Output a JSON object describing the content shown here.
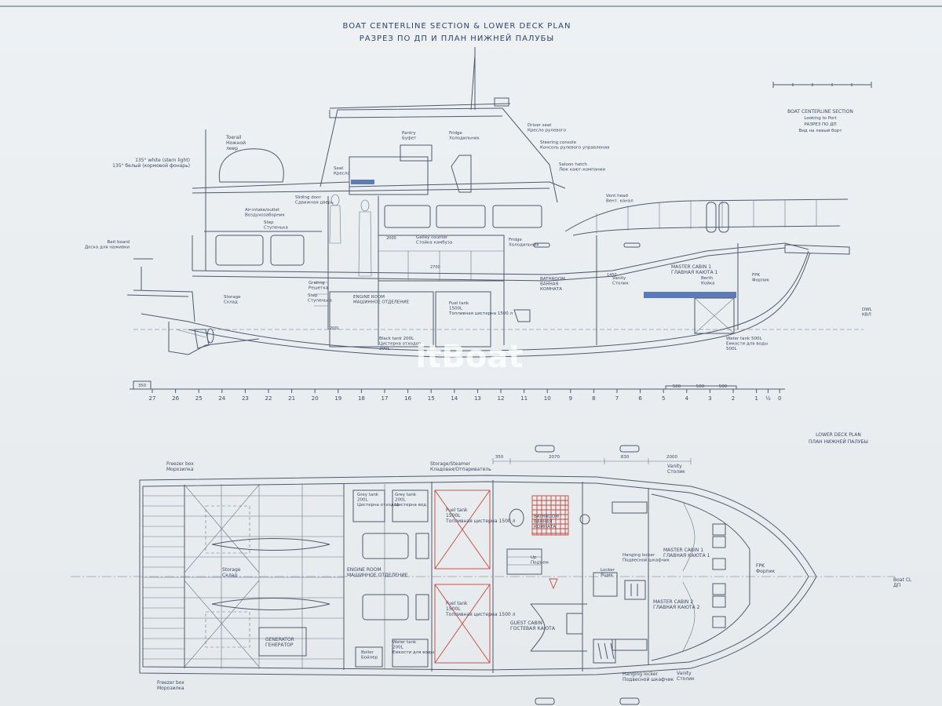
{
  "title": {
    "en": "BOAT CENTERLINE SECTION & LOWER DECK PLAN",
    "ru": "РАЗРЕЗ ПО ДП И ПЛАН НИЖНЕЙ ПАЛУБЫ"
  },
  "section_caption": {
    "l1": "BOAT CENTERLINE SECTION",
    "l2": "Looking to Port",
    "l3": "РАЗРЕЗ ПО ДП",
    "l4": "Вид на левый борт"
  },
  "plan_caption": {
    "en": "LOWER DECK PLAN",
    "ru": "ПЛАН НИЖНЕЙ ПАЛУБЫ"
  },
  "watermark": "itBoat",
  "frame_ruler": {
    "spacing_label": "350",
    "bow_spacing": [
      "500",
      "500",
      "500"
    ],
    "frames": [
      "27",
      "26",
      "25",
      "24",
      "23",
      "22",
      "21",
      "20",
      "19",
      "18",
      "17",
      "16",
      "15",
      "14",
      "13",
      "12",
      "11",
      "10",
      "9",
      "8",
      "7",
      "6",
      "5",
      "4",
      "3",
      "2",
      "1",
      "½",
      "0"
    ]
  },
  "section_labels": [
    {
      "en": "Toerail",
      "ru": "Ножной",
      "extra": "леер"
    },
    {
      "en": "135° white (stern light)",
      "ru": "135° белый (кормовой фонарь)"
    },
    {
      "en": "Seat",
      "ru": "Кресло"
    },
    {
      "en": "Pantry",
      "ru": "Буфет"
    },
    {
      "en": "Fridge",
      "ru": "Холодильник"
    },
    {
      "en": "Driver seat",
      "ru": "Кресло рулевого"
    },
    {
      "en": "Steering console",
      "ru": "Консоль рулевого управления"
    },
    {
      "en": "Saloon hatch",
      "ru": "Люк кают-компании"
    },
    {
      "en": "Sliding door",
      "ru": "Сдвижная дверь"
    },
    {
      "en": "Air-intake/outlet",
      "ru": "Воздухозаборник"
    },
    {
      "en": "Step",
      "ru": "Ступенька"
    },
    {
      "en": "Bait board",
      "ru": "Доска для наживки"
    },
    {
      "en": "Vent head",
      "ru": "Вент. канал"
    },
    {
      "en": "Galley counter",
      "ru": "Стойка камбуза"
    },
    {
      "en": "Fridge",
      "ru": "Холодильник"
    },
    {
      "en": "BATHROOM",
      "ru": "ВАННАЯ",
      "extra": "КОМНАТА"
    },
    {
      "en": "Vanity",
      "ru": "Столик"
    },
    {
      "en": "MASTER CABIN 1",
      "ru": "ГЛАВНАЯ КАЮТА 1"
    },
    {
      "en": "Berth",
      "ru": "Койка"
    },
    {
      "en": "FPK",
      "ru": "Форпик"
    },
    {
      "en": "Storage",
      "ru": "Склад"
    },
    {
      "en": "Grating",
      "ru": "Решетка"
    },
    {
      "en": "Step",
      "ru": "Ступенька"
    },
    {
      "en": "ENGINE ROOM",
      "ru": "МАШИННОЕ ОТДЕЛЕНИЕ"
    },
    {
      "en": "Fuel tank",
      "ru": "1500L",
      "extra": "Топливная цистерна 1500 л"
    },
    {
      "en": "Black tank 200L",
      "ru": "Цистерна отходов",
      "extra": "200L"
    },
    {
      "en": "Water tank 500L",
      "ru": "Емкости для воды",
      "extra": "500L"
    },
    {
      "en": "DWL",
      "ru": "КВЛ"
    },
    {
      "en": "2700",
      "ru": ""
    },
    {
      "en": "2000",
      "ru": ""
    },
    {
      "en": "1450",
      "ru": ""
    },
    {
      "en": "200L",
      "ru": ""
    }
  ],
  "plan_labels": [
    {
      "en": "Freezer box",
      "ru": "Морозилка"
    },
    {
      "en": "Storage/Steamer",
      "ru": "Кладовая/Отпариватель"
    },
    {
      "en": "Vanity",
      "ru": "Столик"
    },
    {
      "en": "Grey tank",
      "ru": "200L",
      "extra": "Цистерна отходов"
    },
    {
      "en": "Grey tank",
      "ru": "200L",
      "extra": "Цистерна вод"
    },
    {
      "en": "Fuel tank",
      "ru": "1500L",
      "extra": "Топливная цистерна 1500 л"
    },
    {
      "en": "BATHROOM",
      "ru": "ВАННАЯ",
      "extra": "КОМНАТА"
    },
    {
      "en": "Up",
      "ru": "Подъем"
    },
    {
      "en": "Hanging locker",
      "ru": "Подвесной шкафчик"
    },
    {
      "en": "MASTER CABIN 1",
      "ru": "ГЛАВНАЯ КАЮТА 1"
    },
    {
      "en": "FPK",
      "ru": "Форпик"
    },
    {
      "en": "Storage",
      "ru": "Склад"
    },
    {
      "en": "ENGINE ROOM",
      "ru": "МАШИННОЕ ОТДЕЛЕНИЕ"
    },
    {
      "en": "Locker",
      "ru": "Ящик"
    },
    {
      "en": "Boat CL",
      "ru": "ДП"
    },
    {
      "en": "Fuel tank",
      "ru": "1500L",
      "extra": "Топливная цистерна 1500 л"
    },
    {
      "en": "GUEST CABIN",
      "ru": "ГОСТЕВАЯ КАЮТА"
    },
    {
      "en": "MASTER CABIN 2",
      "ru": "ГЛАВНАЯ КАЮТА 2"
    },
    {
      "en": "GENERATOR",
      "ru": "ГЕНЕРАТОР"
    },
    {
      "en": "Boiler",
      "ru": "Бойлер"
    },
    {
      "en": "Water tank",
      "ru": "200L",
      "extra": "Емкости для воды"
    },
    {
      "en": "Freezer box",
      "ru": "Морозилка"
    },
    {
      "en": "Hanging locker",
      "ru": "Подвесной шкафчик"
    },
    {
      "en": "Vanity",
      "ru": "Столик"
    }
  ],
  "plan_dimensions": [
    "350",
    "2070",
    "830",
    "2000"
  ]
}
